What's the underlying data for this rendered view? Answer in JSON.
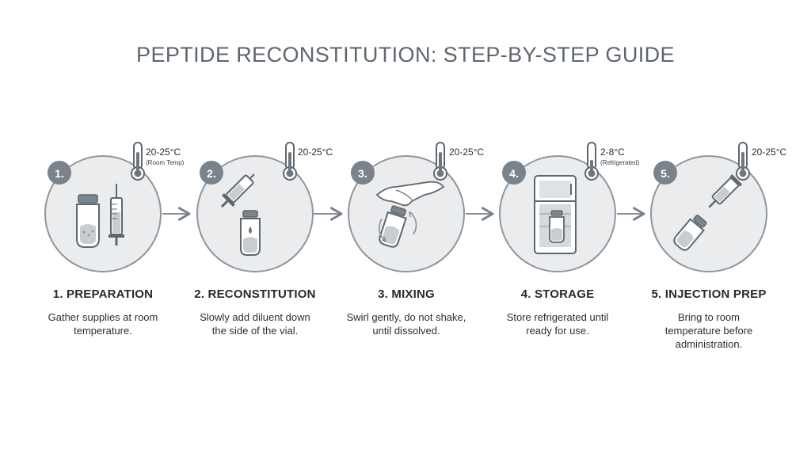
{
  "title": "PEPTIDE RECONSTITUTION: STEP-BY-STEP GUIDE",
  "colors": {
    "circle_fill": "#eaecee",
    "circle_stroke": "#8e969d",
    "badge_fill": "#7a828b",
    "badge_text": "#ffffff",
    "line": "#6f777e",
    "arrow": "#78808a"
  },
  "steps": [
    {
      "number": "1.",
      "heading": "1. PREPARATION",
      "description": "Gather supplies at room temperature.",
      "temperature": "20-25°C",
      "temperature_note": "(Room Temp)",
      "icons": [
        "vial-icon",
        "syringe-icon",
        "thermometer-icon"
      ]
    },
    {
      "number": "2.",
      "heading": "2. RECONSTITUTION",
      "description": "Slowly add diluent down the side of the vial.",
      "temperature": "20-25°C",
      "temperature_note": "",
      "icons": [
        "syringe-icon",
        "vial-icon",
        "thermometer-icon"
      ]
    },
    {
      "number": "3.",
      "heading": "3. MIXING",
      "description": "Swirl gently, do not shake, until dissolved.",
      "temperature": "20-25°C",
      "temperature_note": "",
      "icons": [
        "hand-icon",
        "vial-icon",
        "swirl-arrows-icon",
        "thermometer-icon"
      ]
    },
    {
      "number": "4.",
      "heading": "4. STORAGE",
      "description": "Store refrigerated until ready for use.",
      "temperature": "2-8°C",
      "temperature_note": "(Refrigerated)",
      "icons": [
        "refrigerator-icon",
        "vial-icon",
        "thermometer-icon"
      ]
    },
    {
      "number": "5.",
      "heading": "5. INJECTION PREP",
      "description": "Bring to room temperature before administration.",
      "temperature": "20-25°C",
      "temperature_note": "",
      "icons": [
        "syringe-icon",
        "vial-icon",
        "thermometer-icon"
      ]
    }
  ]
}
